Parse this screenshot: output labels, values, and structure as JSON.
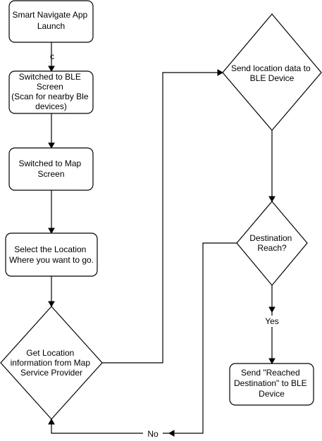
{
  "nodes": {
    "launch": [
      "Smart Navigate App",
      "Launch"
    ],
    "ble_screen": [
      "Switched to BLE",
      "Screen",
      "(Scan for nearby Ble",
      "devices)"
    ],
    "map_screen": [
      "Switched to Map",
      "Screen"
    ],
    "select_location": [
      "Select the Location",
      "Where you want to go."
    ],
    "get_location": [
      "Get Location",
      "information from Map",
      "Service Provider"
    ],
    "send_location": [
      "Send location data to",
      "BLE Device"
    ],
    "destination_reach": [
      "Destination",
      "Reach?"
    ],
    "send_reached": [
      "Send \"Reached",
      "Destination\" to BLE",
      "Device"
    ]
  },
  "edge_labels": {
    "launch_to_ble": "c",
    "yes": "Yes",
    "no": "No"
  }
}
